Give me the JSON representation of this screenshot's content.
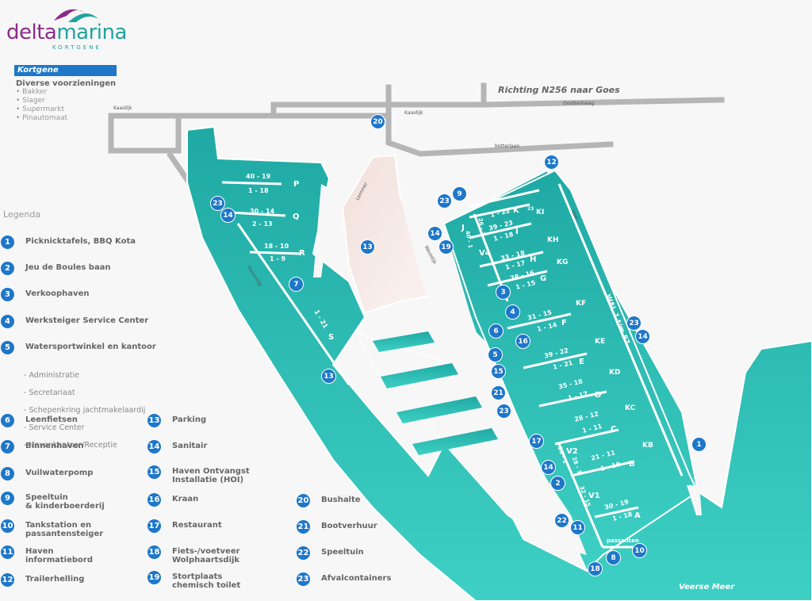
{
  "brand": {
    "name_part1": "delta",
    "name_part2": "marina",
    "subtitle": "KORTGENE"
  },
  "location": {
    "title": "Kortgene",
    "facilities_heading": "Diverse voorzieningen",
    "facilities": [
      "• Bakker",
      "• Slager",
      "• Supermarkt",
      "• Pinautomaat"
    ]
  },
  "roads": {
    "direction": "Richting N256 naar Goes",
    "kaaidijk_left": "Kaaidijk",
    "kaaidijk_right": "Kaaidijk",
    "oostkerkweg": "Oostkerkweg",
    "botterlaan": "botterlaan",
    "havendijk": "Havendijk",
    "lemmer": "Lemmer",
    "westdijk": "Westdijk",
    "veer": "Veer",
    "wal_label": "WAL 1 t/m 87"
  },
  "water": {
    "lake": "Veerse Meer",
    "passanten": "passanten"
  },
  "legend": {
    "title": "Legenda",
    "items": [
      {
        "n": "1",
        "label": "Picknicktafels, BBQ Kota"
      },
      {
        "n": "2",
        "label": "Jeu de Boules baan"
      },
      {
        "n": "3",
        "label": "Verkoophaven"
      },
      {
        "n": "4",
        "label": "Werksteiger Service Center"
      },
      {
        "n": "5",
        "label": "Watersportwinkel en kantoor",
        "subs": [
          "- Administratie",
          "- Secretariaat",
          "- Schepenkring jachtmakelaardij",
          "- Service Center",
          "- Havenkantoor/Receptie"
        ]
      },
      {
        "n": "6",
        "label": "Leenfietsen"
      },
      {
        "n": "7",
        "label": "Binnenhaven"
      },
      {
        "n": "8",
        "label": "Vuilwaterpomp"
      },
      {
        "n": "9",
        "label": "Speeltuin\n& kinderboerderij"
      },
      {
        "n": "10",
        "label": "Tankstation en\npassantensteiger"
      },
      {
        "n": "11",
        "label": "Haven\ninformatiebord"
      },
      {
        "n": "12",
        "label": "Trailerhelling"
      },
      {
        "n": "13",
        "label": "Parking"
      },
      {
        "n": "14",
        "label": "Sanitair"
      },
      {
        "n": "15",
        "label": "Haven Ontvangst\nInstallatie (HOI)"
      },
      {
        "n": "16",
        "label": "Kraan"
      },
      {
        "n": "17",
        "label": "Restaurant"
      },
      {
        "n": "18",
        "label": "Fiets-/voetveer\nWolphaartsdijk"
      },
      {
        "n": "19",
        "label": "Stortplaats\nchemisch toilet"
      },
      {
        "n": "20",
        "label": "Bushalte"
      },
      {
        "n": "21",
        "label": "Bootverhuur"
      },
      {
        "n": "22",
        "label": "Speeltuin"
      },
      {
        "n": "23",
        "label": "Afvalcontainers"
      }
    ]
  },
  "piers": {
    "P": {
      "letter": "P",
      "top": "40 - 19",
      "bottom": "1 - 18"
    },
    "Q": {
      "letter": "Q",
      "top": "30 - 14",
      "bottom": "2 - 13"
    },
    "R": {
      "letter": "R",
      "top": "18 - 10",
      "bottom": "1 - 9"
    },
    "S": {
      "letter": "S",
      "range": "1 - 21"
    },
    "K": {
      "letter": "K",
      "top": "1 - 22",
      "side": "23"
    },
    "I": {
      "letter": "I",
      "top": "39 - 23",
      "bottom": "1 - 18"
    },
    "J": {
      "letter": "J",
      "range": "26 - 1"
    },
    "V4": {
      "letter": "V4",
      "range": "40 - 1"
    },
    "H": {
      "letter": "H",
      "top": "33 - 18",
      "bottom": "1 - 17"
    },
    "G": {
      "letter": "G",
      "top": "28 - 16",
      "bottom": "1 - 15"
    },
    "F": {
      "letter": "F",
      "top": "31 - 15",
      "bottom": "1 - 14"
    },
    "E": {
      "letter": "E",
      "top": "39 - 22",
      "bottom": "1 - 21"
    },
    "D": {
      "letter": "D",
      "top": "35 - 18",
      "bottom": "1 - 17"
    },
    "C": {
      "letter": "C",
      "top": "28 - 12",
      "bottom": "1 - 11"
    },
    "B": {
      "letter": "B",
      "top": "21 - 11",
      "bottom": "1 - 10"
    },
    "A": {
      "letter": "A",
      "top": "30 - 19",
      "bottom": "1 - 18"
    },
    "V2": {
      "letter": "V2",
      "range": "26 - 1"
    },
    "V2b": {
      "range": "28 - 1"
    },
    "V1": {
      "letter": "V1",
      "range": "32 - 15"
    },
    "KI": "KI",
    "KH": "KH",
    "KG": "KG",
    "KF": "KF",
    "KE": "KE",
    "KD": "KD",
    "KC": "KC",
    "KB": "KB"
  },
  "markers": [
    {
      "n": "20"
    },
    {
      "n": "12"
    },
    {
      "n": "23"
    },
    {
      "n": "9"
    },
    {
      "n": "23"
    },
    {
      "n": "14"
    },
    {
      "n": "14"
    },
    {
      "n": "19"
    },
    {
      "n": "13"
    },
    {
      "n": "7"
    },
    {
      "n": "3"
    },
    {
      "n": "4"
    },
    {
      "n": "6"
    },
    {
      "n": "16"
    },
    {
      "n": "23"
    },
    {
      "n": "14"
    },
    {
      "n": "5"
    },
    {
      "n": "15"
    },
    {
      "n": "21"
    },
    {
      "n": "23"
    },
    {
      "n": "13"
    },
    {
      "n": "17"
    },
    {
      "n": "1"
    },
    {
      "n": "14"
    },
    {
      "n": "2"
    },
    {
      "n": "22"
    },
    {
      "n": "11"
    },
    {
      "n": "8"
    },
    {
      "n": "10"
    },
    {
      "n": "18"
    }
  ],
  "colors": {
    "water": "#2ab8b0",
    "marker": "#1e77c9",
    "road": "#b3b3b3",
    "parking": "#f0dcd6"
  }
}
